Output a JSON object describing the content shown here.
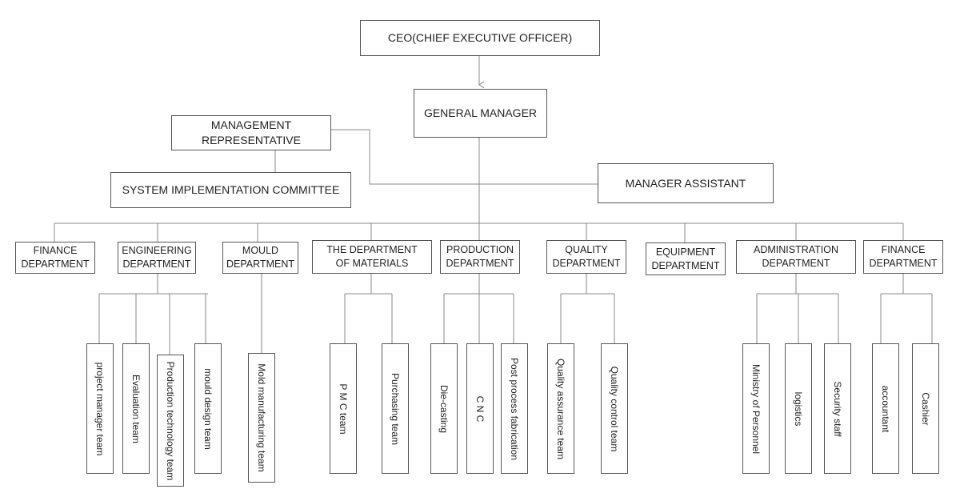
{
  "ceo": "CEO(CHIEF EXECUTIVE OFFICER)",
  "general_manager": "GENERAL MANAGER",
  "management_representative": "MANAGEMENT\nREPRESENTATIVE",
  "system_committee": "SYSTEM IMPLEMENTATION COMMITTEE",
  "manager_assistant": "MANAGER ASSISTANT",
  "departments": [
    {
      "label": "FINANCE\nDEPARTMENT",
      "teams": []
    },
    {
      "label": "ENGINEERING\nDEPARTMENT",
      "teams": [
        "project manager team",
        "Evaluation team",
        "Production technology team",
        "mould design team"
      ]
    },
    {
      "label": "MOULD\nDEPARTMENT",
      "teams": [
        "Mold manufacturing team"
      ]
    },
    {
      "label": "THE DEPARTMENT\nOF MATERIALS",
      "teams": [
        "P M C  team",
        "Purchasing team"
      ]
    },
    {
      "label": "PRODUCTION\nDEPARTMENT",
      "teams": [
        "Die-casting",
        "C N C",
        "Post process fabrication"
      ]
    },
    {
      "label": "QUALITY\nDEPARTMENT",
      "teams": [
        "Quality assurance team",
        "Quality control team"
      ]
    },
    {
      "label": "EQUIPMENT\nDEPARTMENT",
      "teams": []
    },
    {
      "label": "ADMINISTRATION\nDEPARTMENT",
      "teams": [
        "Ministry of Personnel",
        "logistics",
        "Security staff"
      ]
    },
    {
      "label": "FINANCE\nDEPARTMENT",
      "teams": [
        "accountant",
        "Cashier"
      ]
    }
  ]
}
